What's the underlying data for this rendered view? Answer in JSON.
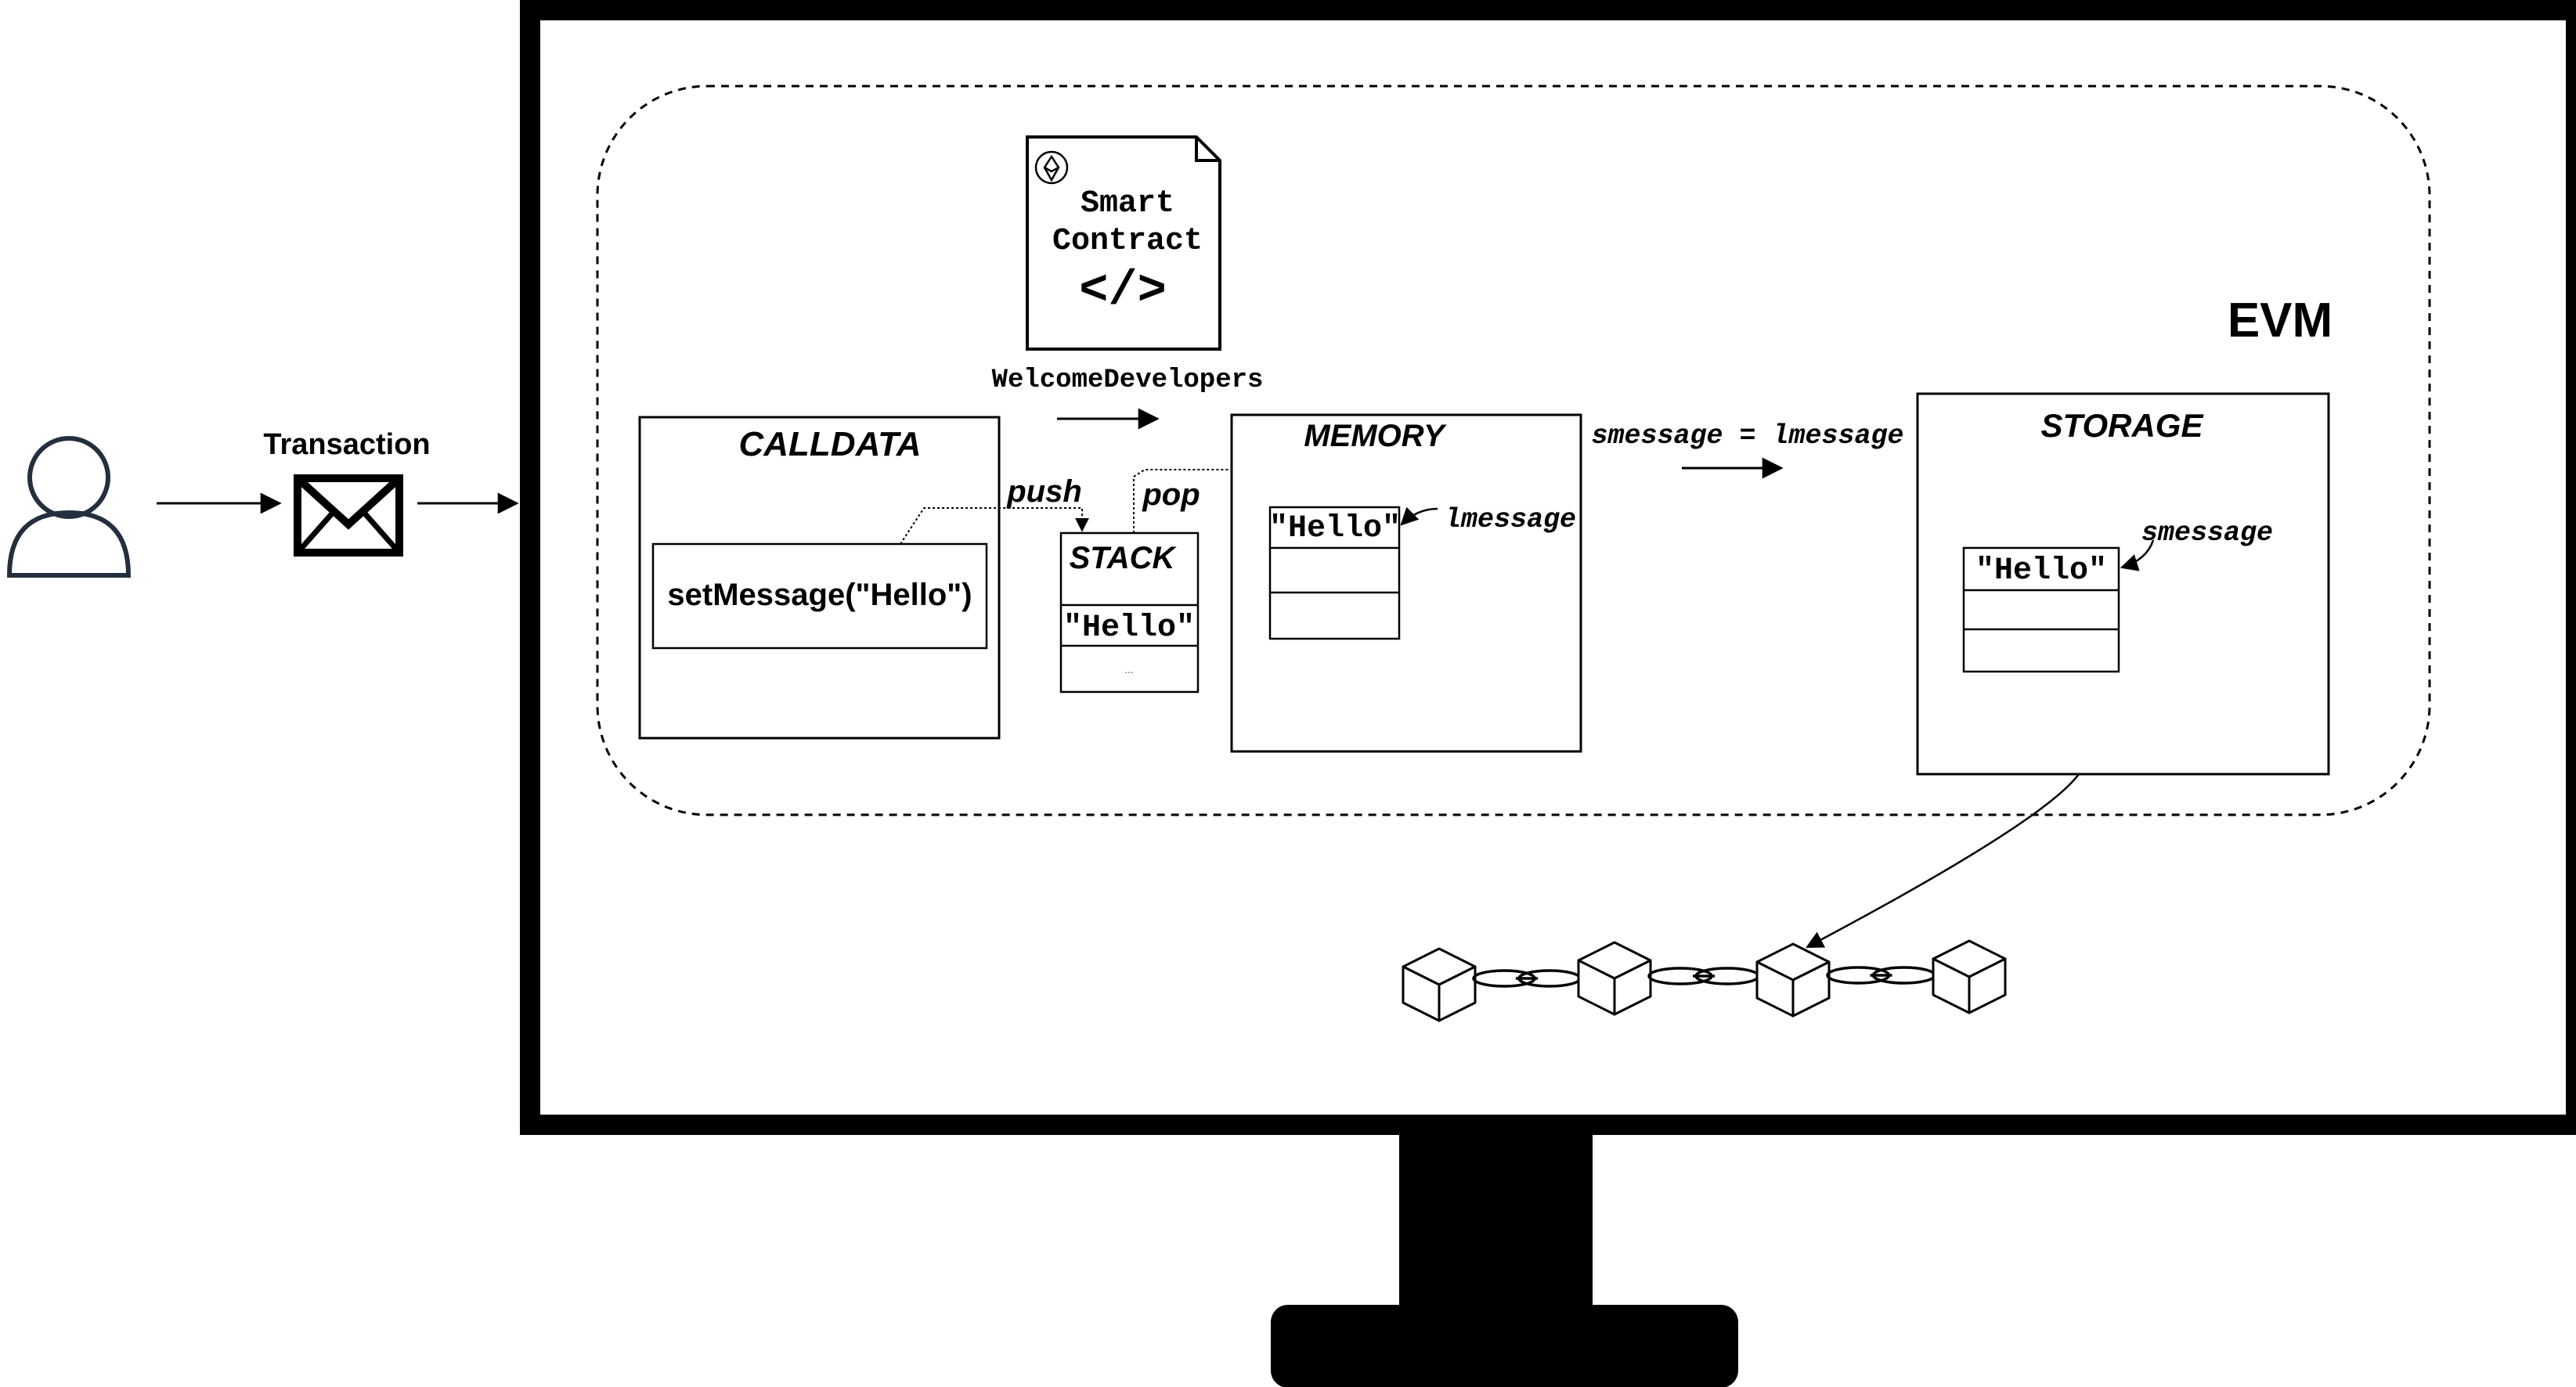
{
  "transaction": {
    "label": "Transaction"
  },
  "evm": {
    "label": "EVM"
  },
  "contract": {
    "title_line1": "Smart",
    "title_line2": "Contract",
    "code_glyph": "</>",
    "name": "WelcomeDevelopers",
    "icon": "ethereum-icon"
  },
  "calldata": {
    "label": "CALLDATA",
    "call": "setMessage(\"Hello\")"
  },
  "stack": {
    "label": "STACK",
    "top": "\"Hello\"",
    "more": "..."
  },
  "memory": {
    "label": "MEMORY",
    "cell": "\"Hello\"",
    "pointer": "lmessage"
  },
  "storage": {
    "label": "STORAGE",
    "cell": "\"Hello\"",
    "pointer": "smessage"
  },
  "ops": {
    "push": "push",
    "pop": "pop",
    "assign": "smessage = lmessage"
  },
  "icons": {
    "user": "user-icon",
    "envelope": "envelope-icon",
    "blockchain": "blockchain-icon"
  }
}
